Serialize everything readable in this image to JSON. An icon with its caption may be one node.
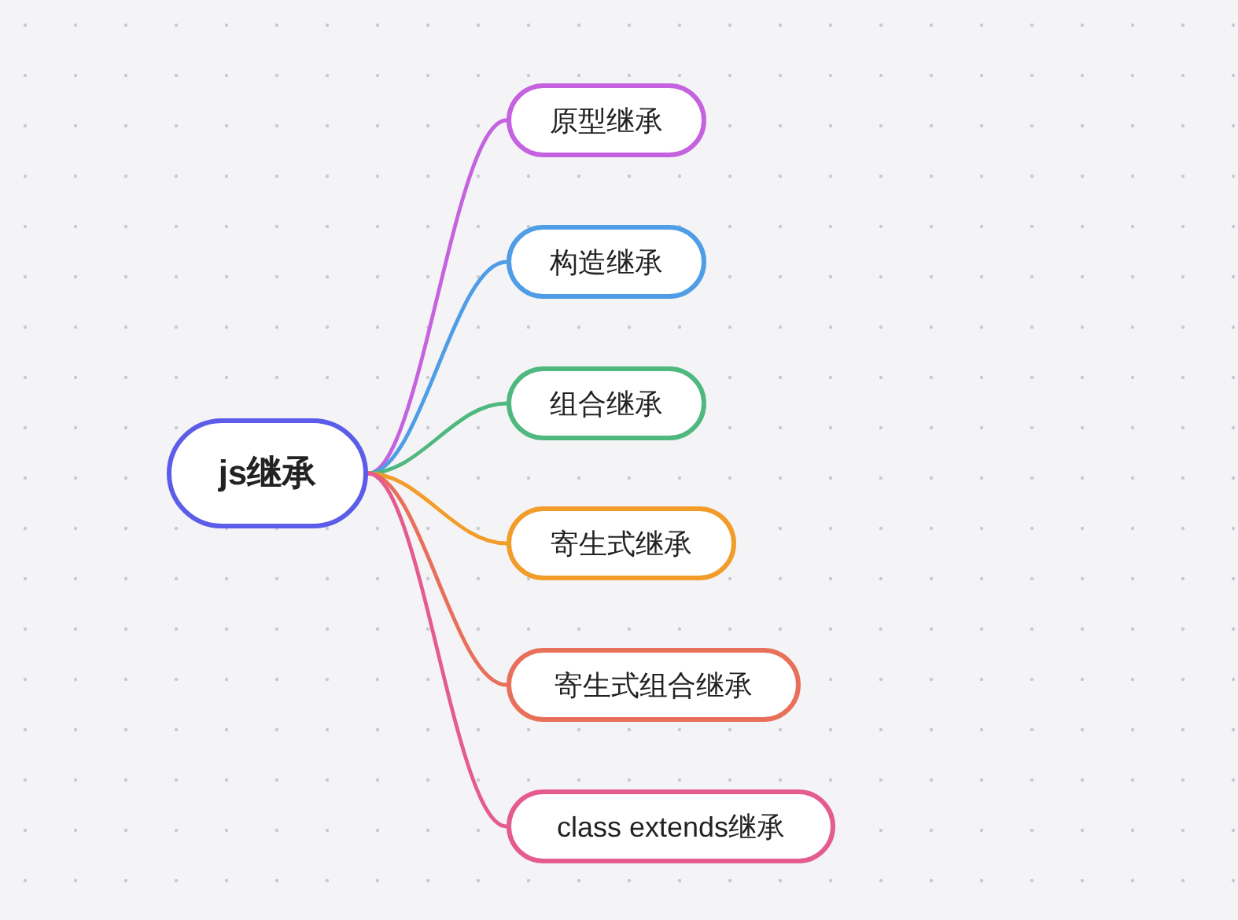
{
  "diagram": {
    "nodes": [
      {
        "text": [
          "js继承"
        ]
      },
      {
        "text": [
          "原型继承"
        ]
      },
      {
        "text": [
          "构造继承"
        ]
      },
      {
        "text": [
          "组合继承"
        ]
      },
      {
        "text": [
          "寄生式继承"
        ]
      },
      {
        "text": [
          "寄生式组合继承"
        ]
      },
      {
        "text": [
          "class extends继承"
        ]
      }
    ],
    "edges": [
      {
        "from": 0,
        "to": 1,
        "arrow": "none",
        "color": "#c462e0"
      },
      {
        "from": 0,
        "to": 2,
        "arrow": "none",
        "color": "#4f9de6"
      },
      {
        "from": 0,
        "to": 3,
        "arrow": "none",
        "color": "#4fb87f"
      },
      {
        "from": 0,
        "to": 4,
        "arrow": "none",
        "color": "#f29c2a"
      },
      {
        "from": 0,
        "to": 5,
        "arrow": "none",
        "color": "#e8705a"
      },
      {
        "from": 0,
        "to": 6,
        "arrow": "none",
        "color": "#e45c8e"
      }
    ]
  }
}
